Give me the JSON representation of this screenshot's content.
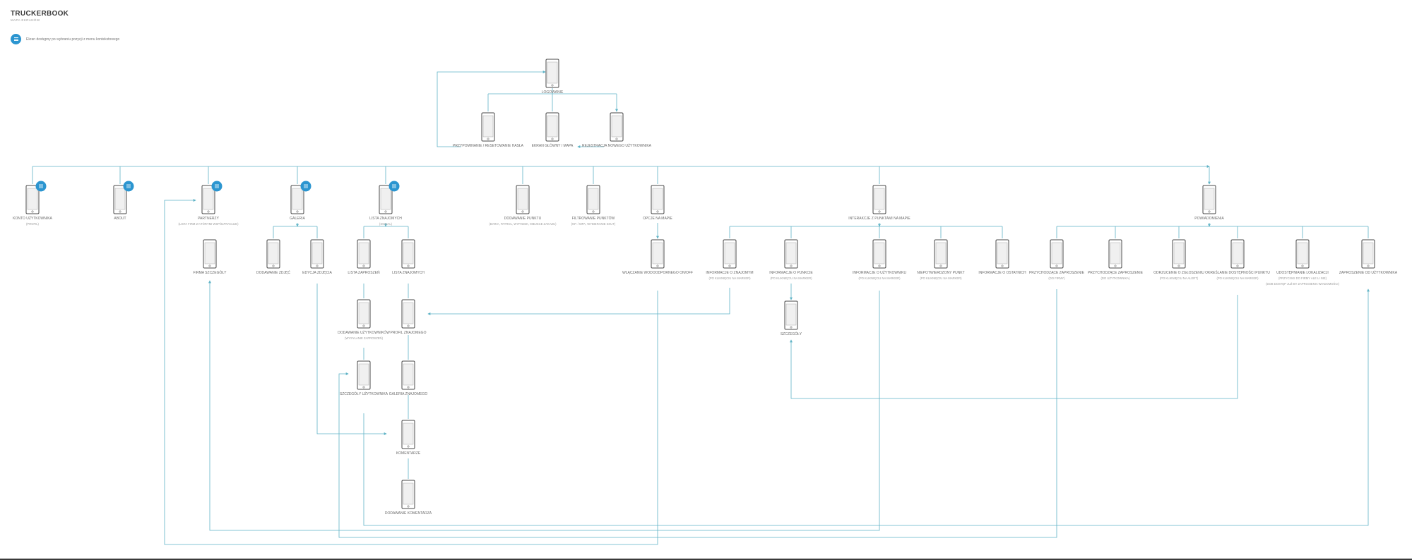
{
  "header": {
    "title": "TRUCKERBOOK",
    "subtitle": "MAPA EKRANÓW"
  },
  "legend": {
    "icon": "menu-icon",
    "text": "Ekran dostępny po wybraniu pozycji z menu kontekstowego"
  },
  "colors": {
    "connector": "#5fb3c6",
    "badge": "#2b95d0",
    "label": "#6a6a6a",
    "sublabel": "#9a9a9a"
  },
  "screens": [
    {
      "id": "logowanie",
      "label": "LOGOWANIE"
    },
    {
      "id": "przypominanie",
      "label": "PRZYPOMINANIE / RESETOWANIE HASŁA"
    },
    {
      "id": "ekran-glowny",
      "label": "EKRAN GŁÓWNY / MAPA"
    },
    {
      "id": "rejestracja",
      "label": "REJESTRACJA NOWEGO UŻYTKOWNIKA"
    },
    {
      "id": "konto",
      "label": "KONTO UŻYTKOWNIKA",
      "sub": "(PROFIL)"
    },
    {
      "id": "about",
      "label": "ABOUT"
    },
    {
      "id": "partnerzy",
      "label": "PARTNERZY",
      "sub": "(LISTA FIRM Z KTÓRYMI WSPÓŁPRACUJE)"
    },
    {
      "id": "galeria",
      "label": "GALERIA"
    },
    {
      "id": "lista-znajomych",
      "label": "LISTA ZNAJOMYCH",
      "sub": "(SOCIAL)"
    },
    {
      "id": "dodawanie-punktu",
      "label": "DODAWANIE PUNKTU",
      "sub": "(BARIA, PATROL, WYPADEK, MIEJSCE ZAKAZU)"
    },
    {
      "id": "filtrowanie",
      "label": "FILTROWANIE PUNKTÓW",
      "sub": "(NP. / MPA, WYBIERANIE SKUT)"
    },
    {
      "id": "opcje-mapy",
      "label": "OPCJE NA MAPIE"
    },
    {
      "id": "interakcje",
      "label": "INTERAKCJE Z PUNKTAMI NA MAPIE"
    },
    {
      "id": "powiadomienia",
      "label": "POWIADOMIENIA"
    },
    {
      "id": "firma-szczegoly",
      "label": "FIRMA SZCZEGÓŁY"
    },
    {
      "id": "dodawanie-zdjec",
      "label": "DODAWANIE ZDJĘĆ"
    },
    {
      "id": "edycja-zdjecia",
      "label": "EDYCJA ZDJĘCIA"
    },
    {
      "id": "lista-zaproszen",
      "label": "LISTA ZAPROSZEŃ"
    },
    {
      "id": "lista-znajomych-2",
      "label": "LISTA ZNAJOMYCH"
    },
    {
      "id": "dodawanie-uzytkownikow",
      "label": "DODAWANIE UŻYTKOWNIKÓW",
      "sub": "(WYSYŁANIE ZAPROSZEŃ)"
    },
    {
      "id": "profil-znajomego",
      "label": "PROFIL ZNAJOMEGO"
    },
    {
      "id": "szczegoly-uzytkownika",
      "label": "SZCZEGÓŁY UŻYTKOWNIKA"
    },
    {
      "id": "galeria-znajomego",
      "label": "GALERIA ZNAJOMEGO"
    },
    {
      "id": "komentarze",
      "label": "KOMENTARZE"
    },
    {
      "id": "dodawanie-komentarza",
      "label": "DODAWANIE KOMENTARZA"
    },
    {
      "id": "wlaczanie-wodoodpornego",
      "label": "WŁĄCZANIE WODOODPORNEGO ON/OFF"
    },
    {
      "id": "info-znajomym",
      "label": "INFORMACJE O ZNAJOMYM",
      "sub": "(PO KLIKNIĘCIU NA MARKER)"
    },
    {
      "id": "info-punkcie",
      "label": "INFORMACJE O PUNKCIE",
      "sub": "(PO KLIKNIĘCIU NA MARKER)"
    },
    {
      "id": "szczegoly",
      "label": "SZCZEGÓŁY"
    },
    {
      "id": "info-uzytkowniku",
      "label": "INFORMACJE O UŻYTKOWNIKU",
      "sub": "(PO KLIKNIĘCIU NA MARKER)"
    },
    {
      "id": "niepotwierdzony",
      "label": "NIEPOTWIERDZONY PUNKT",
      "sub": "(PO KLIKNIĘCIU NA MARKER)"
    },
    {
      "id": "info-ostatnie",
      "label": "INFORMACJE O OSTATNICH"
    },
    {
      "id": "przychodzace-zaproszenie",
      "label": "PRZYCHODZĄCE ZAPROSZENIE",
      "sub": "(DO FIRMY)"
    },
    {
      "id": "przychodzace-zaproszenie-2",
      "label": "PRZYCHODZĄCE ZAPROSZENIE",
      "sub": "(DO UŻYTKOWNIKA)"
    },
    {
      "id": "odrzucenie",
      "label": "ODRZUCENIE O ZGŁOSZENIU",
      "sub": "(PO KLIKNIĘCIU NA ALERT)"
    },
    {
      "id": "okreslanie",
      "label": "OKREŚLANIE DOSTĘPNOŚCI PUNKTU",
      "sub": "(PO KLIKNIĘCIU NA MARKER)"
    },
    {
      "id": "udostepnianie",
      "label": "UDOSTĘPNIANIE LOKALIZACJI",
      "sub": "(PRZYCISKI DO FIRMY ALE LI NIE)",
      "sub2": "(DOB DOSTĘP JUŻ BY ZAPROSIENIA WIADOMOŚCI)"
    },
    {
      "id": "zaproszenie-uzytkownika",
      "label": "ZAPROSZENIE OD UŻYTKOWNIKA"
    }
  ]
}
